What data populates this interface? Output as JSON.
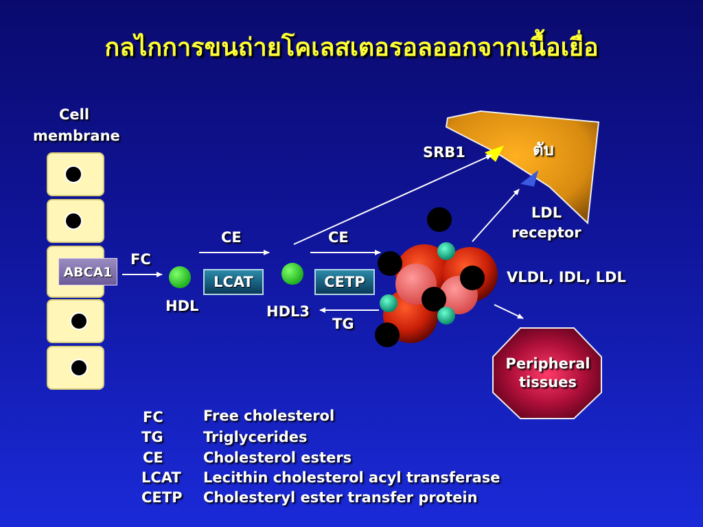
{
  "title": "กลไกการขนถ่ายโคเลสเตอรอลออกจากเนื้อเยื่อ",
  "labels": {
    "cell_membrane_line1": "Cell",
    "cell_membrane_line2": "membrane",
    "abca1": "ABCA1",
    "fc": "FC",
    "hdl": "HDL",
    "lcat": "LCAT",
    "ce1": "CE",
    "hdl3": "HDL3",
    "cetp": "CETP",
    "ce2": "CE",
    "tg": "TG",
    "srb1": "SRB1",
    "liver": "ตับ",
    "ldl_receptor_line1": "LDL",
    "ldl_receptor_line2": "receptor",
    "lipoproteins": "VLDL, IDL, LDL",
    "peripheral_line1": "Peripheral",
    "peripheral_line2": "tissues"
  },
  "legend": [
    {
      "abbr": "FC",
      "full": "Free cholesterol"
    },
    {
      "abbr": "TG",
      "full": "Triglycerides"
    },
    {
      "abbr": "CE",
      "full": "Cholesterol esters"
    },
    {
      "abbr": "LCAT",
      "full": "Lecithin cholesterol acyl transferase"
    },
    {
      "abbr": "CETP",
      "full": "Cholesteryl ester transfer protein"
    }
  ],
  "colors": {
    "title": "#ffff33",
    "hdl_particle": "#20b020",
    "liver": "#e89a10",
    "peripheral": "#b0103a",
    "srb1_marker": "#ffff00",
    "ldl_receptor_marker": "#3a5ae0"
  }
}
